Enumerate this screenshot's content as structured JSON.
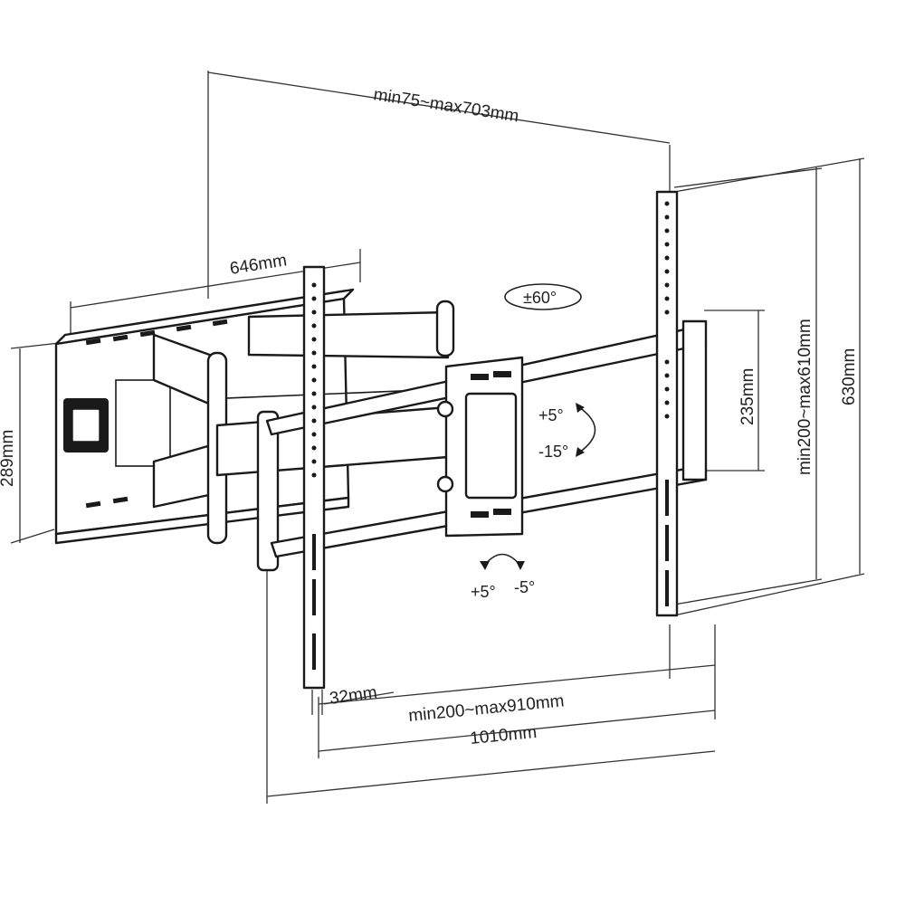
{
  "dimensions": {
    "arm_extension": "min75~max703mm",
    "wall_plate_width": "646mm",
    "wall_plate_height": "289mm",
    "bracket_spacing_range": "min200~max910mm",
    "bracket_height": "235mm",
    "vertical_spacing_range": "min200~max610mm",
    "vertical_bracket_height": "630mm",
    "bracket_width": "32mm",
    "overall_width": "1010mm"
  },
  "motion": {
    "swivel": "±60°",
    "tilt_up": "+5°",
    "tilt_down": "-15°",
    "level_plus": "+5°",
    "level_minus": "-5°"
  },
  "colors": {
    "line": "#1a1a1a",
    "background": "#ffffff"
  }
}
